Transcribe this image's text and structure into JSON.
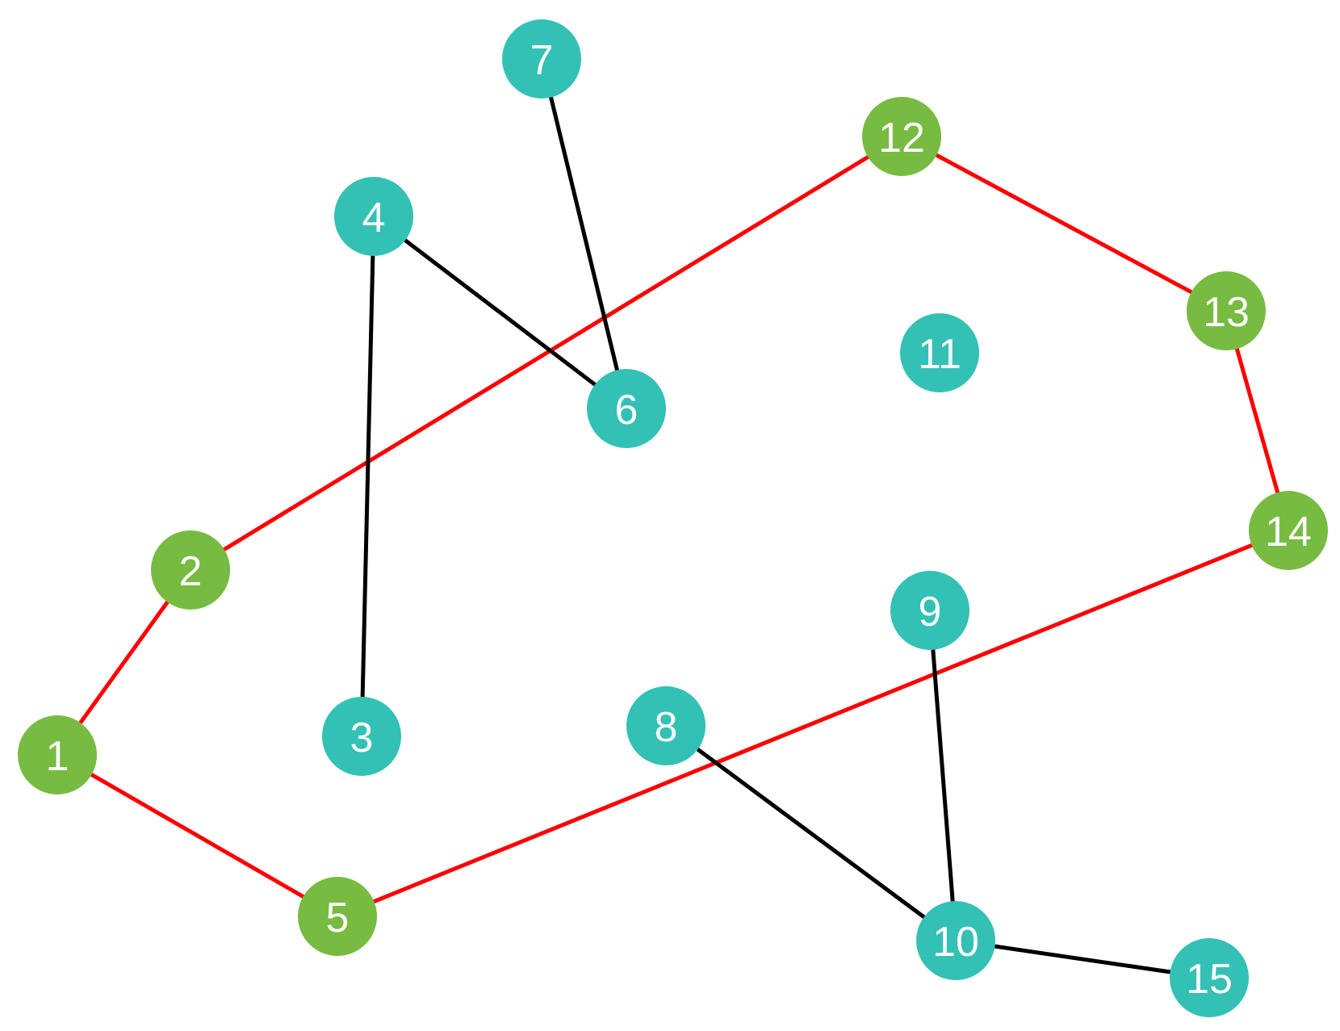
{
  "colors": {
    "background": "#ffffff",
    "highlight_node": "#77bb41",
    "default_node": "#33c1b5",
    "highlight_edge": "#ff0000",
    "default_edge": "#000000"
  },
  "nodes": [
    {
      "id": "1",
      "label": "1",
      "highlighted": true
    },
    {
      "id": "2",
      "label": "2",
      "highlighted": true
    },
    {
      "id": "3",
      "label": "3",
      "highlighted": false
    },
    {
      "id": "4",
      "label": "4",
      "highlighted": false
    },
    {
      "id": "5",
      "label": "5",
      "highlighted": true
    },
    {
      "id": "6",
      "label": "6",
      "highlighted": false
    },
    {
      "id": "7",
      "label": "7",
      "highlighted": false
    },
    {
      "id": "8",
      "label": "8",
      "highlighted": false
    },
    {
      "id": "9",
      "label": "9",
      "highlighted": false
    },
    {
      "id": "10",
      "label": "10",
      "highlighted": false
    },
    {
      "id": "11",
      "label": "11",
      "highlighted": false
    },
    {
      "id": "12",
      "label": "12",
      "highlighted": true
    },
    {
      "id": "13",
      "label": "13",
      "highlighted": true
    },
    {
      "id": "14",
      "label": "14",
      "highlighted": true
    },
    {
      "id": "15",
      "label": "15",
      "highlighted": false
    }
  ],
  "edges": [
    {
      "from": "1",
      "to": "2",
      "highlighted": true
    },
    {
      "from": "1",
      "to": "5",
      "highlighted": true
    },
    {
      "from": "2",
      "to": "12",
      "highlighted": true
    },
    {
      "from": "12",
      "to": "13",
      "highlighted": true
    },
    {
      "from": "13",
      "to": "14",
      "highlighted": true
    },
    {
      "from": "14",
      "to": "5",
      "highlighted": true
    },
    {
      "from": "4",
      "to": "3",
      "highlighted": false
    },
    {
      "from": "4",
      "to": "6",
      "highlighted": false
    },
    {
      "from": "7",
      "to": "6",
      "highlighted": false
    },
    {
      "from": "9",
      "to": "10",
      "highlighted": false
    },
    {
      "from": "8",
      "to": "10",
      "highlighted": false
    },
    {
      "from": "10",
      "to": "15",
      "highlighted": false
    }
  ]
}
